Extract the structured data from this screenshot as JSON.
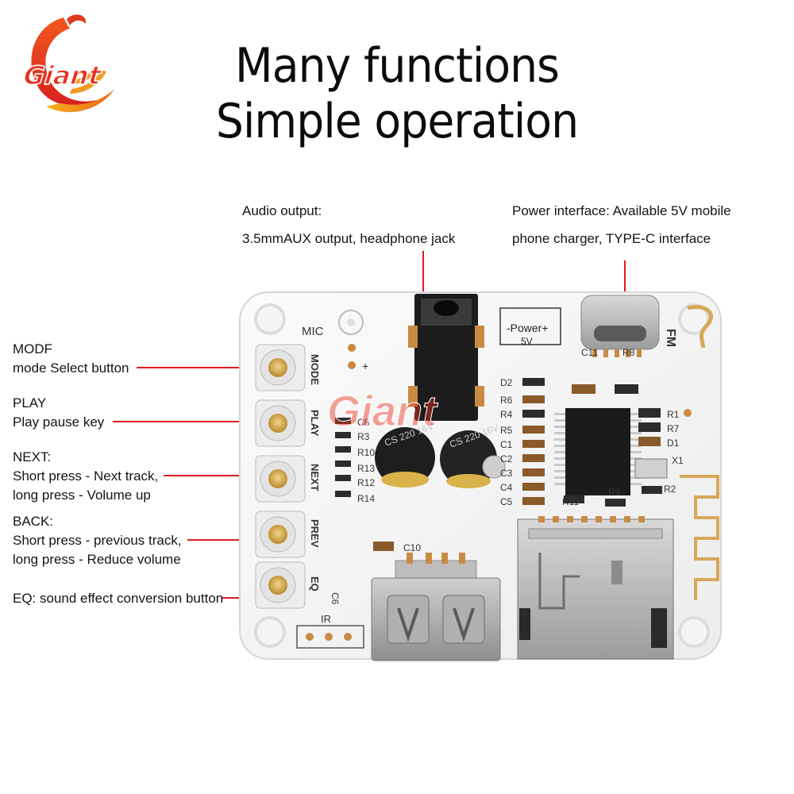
{
  "logo": {
    "text": "Giant",
    "colors": {
      "primary": "#e8321e",
      "accent": "#f6a21b"
    }
  },
  "title": {
    "line1": "Many functions",
    "line2": "Simple operation"
  },
  "annotations": {
    "audio": {
      "line1": "Audio output:",
      "line2": "3.5mmAUX output, headphone jack"
    },
    "power": {
      "line1": "Power interface: Available 5V mobile",
      "line2": "phone charger, TYPE-C interface"
    },
    "mode": {
      "line1": "MODF",
      "line2": "mode Select button"
    },
    "play": {
      "line1": "PLAY",
      "line2": "Play pause key"
    },
    "next": {
      "line1": "NEXT:",
      "line2": "Short press - Next track,",
      "line3": "long press - Volume up"
    },
    "back": {
      "line1": "BACK:",
      "line2": "Short press - previous track,",
      "line3": "long press - Reduce volume"
    },
    "eq": {
      "line1": "EQ: sound effect conversion button"
    }
  },
  "board": {
    "silkscreen": {
      "mic": "MIC",
      "fm": "FM",
      "ir": "IR",
      "power_box_1": "-Power+",
      "power_box_2": "5V",
      "btn_mode": "MODE",
      "btn_play": "PLAY",
      "btn_next": "NEXT",
      "btn_prev": "PREV",
      "btn_eq": "EQ",
      "c8": "C8",
      "r3": "R3",
      "r10": "R10",
      "r13": "R13",
      "r12": "R12",
      "r14": "R14",
      "c10": "C10",
      "c6": "C6",
      "d2": "D2",
      "r6": "R6",
      "r4": "R4",
      "r5": "R5",
      "c1": "C1",
      "c2": "C2",
      "c3": "C3",
      "c4": "C4",
      "c5": "C5",
      "c11": "C11",
      "r8": "R8",
      "r1": "R1",
      "r7": "R7",
      "d1": "D1",
      "x1": "X1",
      "r2": "R2",
      "r11": "R11",
      "r9": "R9",
      "cap1": "CS 220 16V",
      "cap2": "CS 220 16V"
    },
    "watermark": "Giant",
    "lead_color": "#e11b22"
  }
}
